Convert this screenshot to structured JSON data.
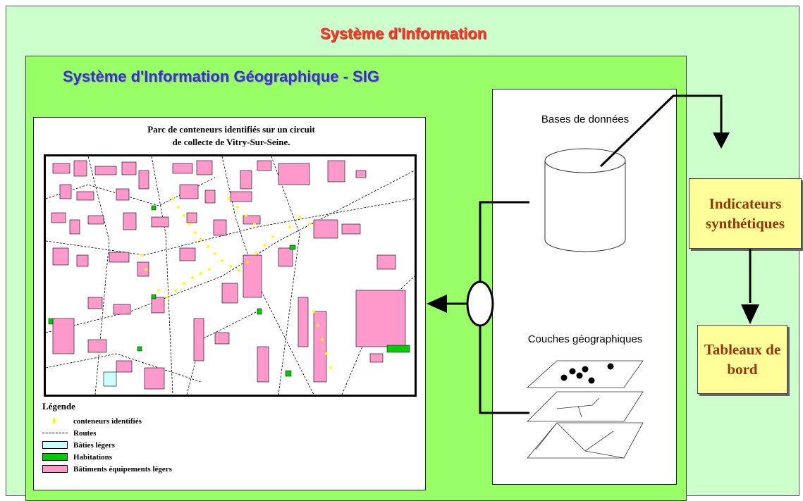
{
  "system_title": "Système d'Information",
  "sig_title": "Système d'Information Géographique - SIG",
  "map": {
    "title_line1": "Parc de conteneurs identifiés sur un circuit",
    "title_line2": "de collecte de Vitry-Sur-Seine."
  },
  "legend": {
    "title": "Légende",
    "items": [
      {
        "label": "conteneurs identifiés",
        "color": "#ffff00"
      },
      {
        "label": "Routes",
        "color": "#000000"
      },
      {
        "label": "Bâties légers",
        "color": "#ccffff"
      },
      {
        "label": "Habitations",
        "color": "#00cc00"
      },
      {
        "label": "Bâtiments équipements légers",
        "color": "#ff99cc"
      }
    ]
  },
  "data_panel": {
    "databases_label": "Bases de données",
    "layers_label": "Couches géographiques"
  },
  "boxes": {
    "indicators": "Indicateurs synthétiques",
    "dashboards": "Tableaux de bord"
  },
  "colors": {
    "outer_bg": "#ccffcc",
    "sig_bg": "#99ff66",
    "title_red": "#ff3333",
    "title_blue": "#3333cc",
    "box_fill": "#ffff99",
    "box_text": "#993300",
    "building_pink": "#ff99cc"
  }
}
